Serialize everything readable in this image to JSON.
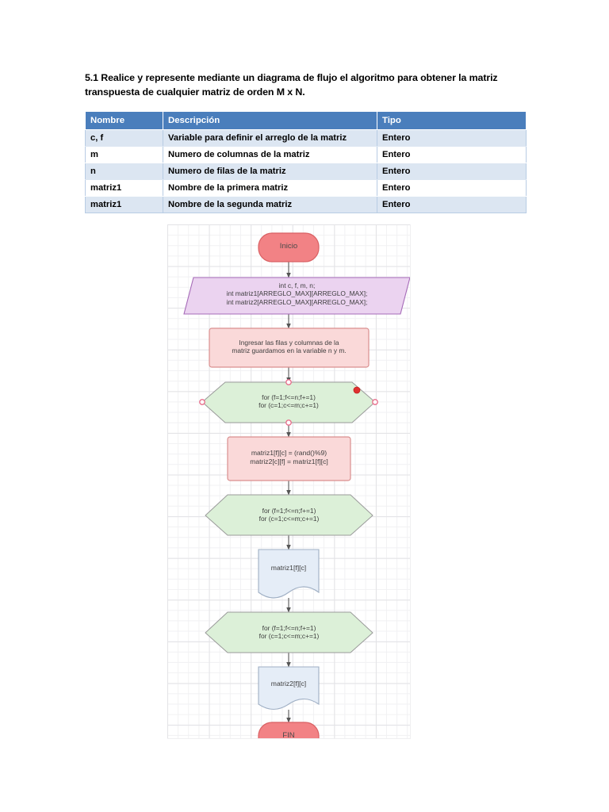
{
  "document": {
    "title": "5.1 Realice y represente mediante un diagrama de flujo el algoritmo para obtener la matriz transpuesta de cualquier matriz de orden M x N."
  },
  "table": {
    "headers": [
      "Nombre",
      "Descripción",
      "Tipo"
    ],
    "rows": [
      {
        "nombre": "c, f",
        "descripcion": "Variable para definir el arreglo de la matriz",
        "tipo": "Entero"
      },
      {
        "nombre": "m",
        "descripcion": "Numero de columnas de la matriz",
        "tipo": "Entero"
      },
      {
        "nombre": "n",
        "descripcion": "Numero de filas de la matriz",
        "tipo": "Entero"
      },
      {
        "nombre": "matriz1",
        "descripcion": "Nombre de la primera matriz",
        "tipo": "Entero"
      },
      {
        "nombre": "matriz1",
        "descripcion": "Nombre de la segunda matriz",
        "tipo": "Entero"
      }
    ],
    "colors": {
      "header_fill": "#4A7EBC",
      "header_text": "#FFFFFF",
      "band_fill": "#DCE6F2",
      "border": "#B8CCE4"
    }
  },
  "flowchart": {
    "colors": {
      "terminator_fill": "#F28285",
      "terminator_stroke": "#D96063",
      "io_fill": "#EBD3F0",
      "io_stroke": "#A66BB8",
      "process_fill": "#FAD9D9",
      "process_stroke": "#D98F8F",
      "loop_fill": "#DCF0D8",
      "loop_stroke": "#9A9A9A",
      "document_fill": "#E5EDF7",
      "document_stroke": "#9FAFC4",
      "connector": "#555555",
      "handle_stroke": "#E86C8A",
      "handle_fill_active": "#E03030",
      "grid_minor": "#F1F1F3",
      "grid_major": "#E3E3E6"
    },
    "nodes": [
      {
        "id": "inicio",
        "shape": "terminator",
        "text": [
          "Inicio"
        ]
      },
      {
        "id": "declarar",
        "shape": "parallelogram",
        "text": [
          "int c, f, m, n;",
          "int matriz1[ARREGLO_MAX][ARREGLO_MAX];",
          "int matriz2[ARREGLO_MAX][ARREGLO_MAX];"
        ]
      },
      {
        "id": "ingresar",
        "shape": "process",
        "text": [
          "Ingresar las filas y columnas de la",
          "matriz guardamos  en la variable n y m."
        ]
      },
      {
        "id": "loop1",
        "shape": "hexagon",
        "text": [
          "for (f=1;f<=n;f+=1)",
          "for (c=1;c<=m;c+=1)"
        ],
        "selected": true
      },
      {
        "id": "asignar",
        "shape": "process",
        "text": [
          "matriz1[f][c] = (rand()%9)",
          "matriz2[c][f] = matriz1[f][c]"
        ]
      },
      {
        "id": "loop2",
        "shape": "hexagon",
        "text": [
          "for (f=1;f<=n;f+=1)",
          "for (c=1;c<=m;c+=1)"
        ],
        "selected": false
      },
      {
        "id": "salida1",
        "shape": "document",
        "text": [
          "matriz1[f][c]"
        ]
      },
      {
        "id": "loop3",
        "shape": "hexagon",
        "text": [
          "for (f=1;f<=n;f+=1)",
          "for (c=1;c<=m;c+=1)"
        ],
        "selected": false
      },
      {
        "id": "salida2",
        "shape": "document",
        "text": [
          "matriz2[f][c]"
        ]
      },
      {
        "id": "fin",
        "shape": "terminator",
        "text": [
          "FIN"
        ]
      }
    ]
  }
}
